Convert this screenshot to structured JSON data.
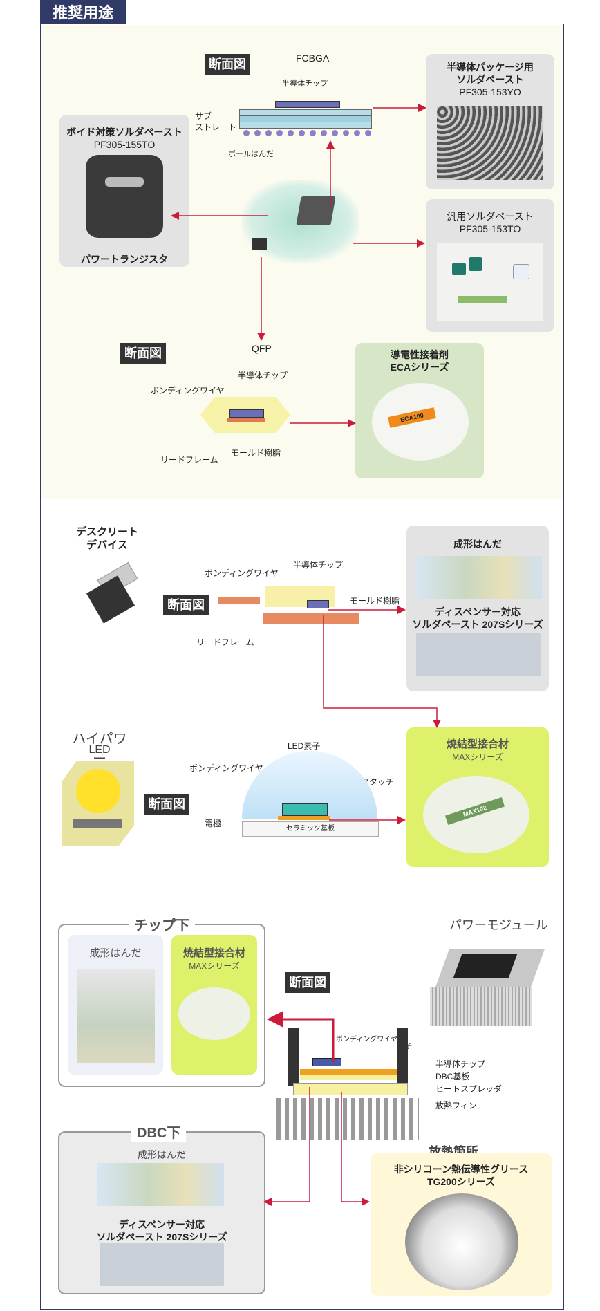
{
  "header": {
    "title": "推奨用途"
  },
  "labels": {
    "section_view": "断面図",
    "fcbga": "FCBGA",
    "semiconductor_chip": "半導体チップ",
    "substrate": "サブ\nストレート",
    "ball_solder": "ボールはんだ",
    "qfp": "QFP",
    "bonding_wire": "ボンディングワイヤ",
    "lead_frame": "リードフレーム",
    "mold_resin": "モールド樹脂",
    "discrete_title": "デスクリート\nデバイス",
    "highpower": "ハイパワー",
    "led": "LED",
    "led_element": "LED素子",
    "die_attach": "ダイアタッチ",
    "electrode": "電極",
    "ceramic_substrate": "セラミック基板",
    "power_module": "パワーモジュール",
    "terminal": "端子",
    "dbc_substrate": "DBC基板",
    "heat_spreader": "ヒートスプレッダ",
    "heat_fin": "放熱フィン",
    "chip_under": "チップ下",
    "dbc_under": "DBC下",
    "heat_area": "放熱箇所",
    "power_transistor": "パワートランジスタ",
    "eca_text": "ECA100",
    "max_text": "MAX102"
  },
  "products": {
    "void_paste": {
      "name": "ボイド対策ソルダペースト",
      "code": "PF305-155TO"
    },
    "pkg_paste": {
      "name": "半導体パッケージ用\nソルダペースト",
      "code": "PF305-153YO"
    },
    "general_paste": {
      "name": "汎用ソルダペースト",
      "code": "PF305-153TO"
    },
    "eca": {
      "name": "導電性接着剤\nECAシリーズ"
    },
    "preform": {
      "name": "成形はんだ"
    },
    "dispenser": {
      "name": "ディスペンサー対応\nソルダペースト 207Sシリーズ"
    },
    "sinter": {
      "name": "焼結型接合材",
      "sub": "MAXシリーズ"
    },
    "grease": {
      "name": "非シリコーン熱伝導性グリース\nTG200シリーズ"
    }
  },
  "colors": {
    "arrow": "#cc1a3a",
    "navy": "#2f3a66"
  }
}
